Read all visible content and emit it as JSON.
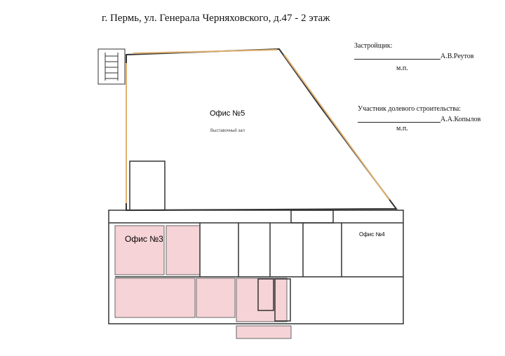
{
  "title": "г. Пермь, ул. Генерала Черняховского, д.47 - 2 этаж",
  "signatures": {
    "developer_label": "Застройщик:",
    "developer_name": "А.В.Реутов",
    "developer_seal": "м.п.",
    "participant_label": "Участник долевого строительства:",
    "participant_name": "А.А.Копылов",
    "participant_seal": "м.п."
  },
  "plan": {
    "office5": {
      "name": "Офис №5",
      "room": "Выставочный зал"
    },
    "office3": {
      "name": "Офис №3"
    },
    "office4": {
      "name": "Офис №4"
    },
    "colors": {
      "highlight": "#f6d3d6",
      "walls": "#333333",
      "windows": "#e0b070"
    }
  }
}
